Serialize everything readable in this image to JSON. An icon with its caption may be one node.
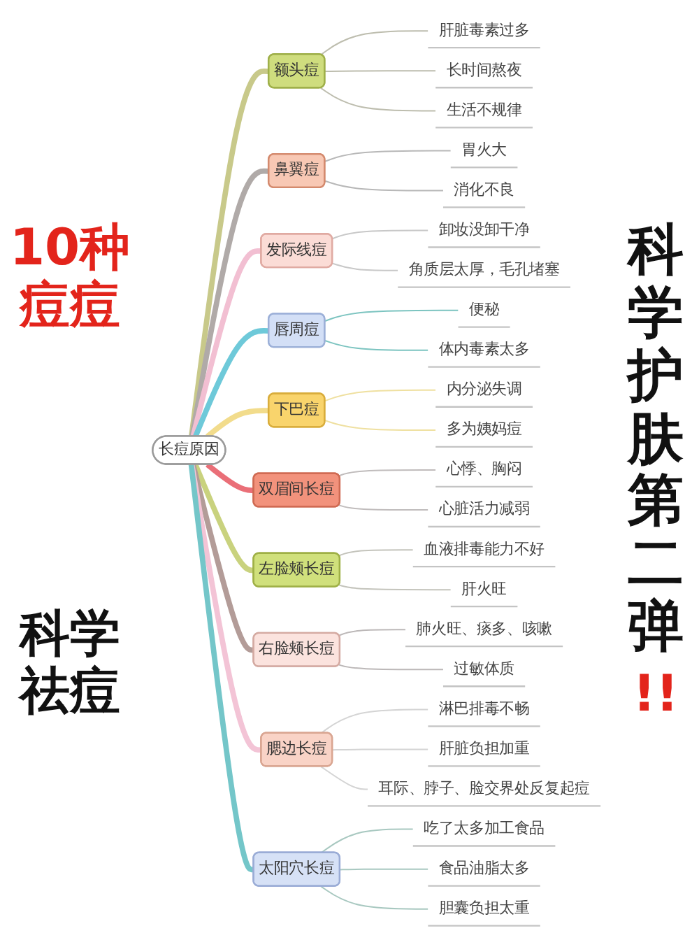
{
  "diagram": {
    "nodes": [
      {
        "text": [
          "长痘原因"
        ]
      },
      {
        "text": [
          "额头痘"
        ]
      },
      {
        "text": [
          "肝脏毒素过多"
        ]
      },
      {
        "text": [
          "长时间熬夜"
        ]
      },
      {
        "text": [
          "生活不规律"
        ]
      },
      {
        "text": [
          "鼻翼痘"
        ]
      },
      {
        "text": [
          "胃火大"
        ]
      },
      {
        "text": [
          "消化不良"
        ]
      },
      {
        "text": [
          "发际线痘"
        ]
      },
      {
        "text": [
          "卸妆没卸干净"
        ]
      },
      {
        "text": [
          "角质层太厚，毛孔堵塞"
        ]
      },
      {
        "text": [
          "唇周痘"
        ]
      },
      {
        "text": [
          "便秘"
        ]
      },
      {
        "text": [
          "体内毒素太多"
        ]
      },
      {
        "text": [
          "下巴痘"
        ]
      },
      {
        "text": [
          "内分泌失调"
        ]
      },
      {
        "text": [
          "多为姨妈痘"
        ]
      },
      {
        "text": [
          "双眉间长痘"
        ]
      },
      {
        "text": [
          "心悸、胸闷"
        ]
      },
      {
        "text": [
          "心脏活力减弱"
        ]
      },
      {
        "text": [
          "左脸颊长痘"
        ]
      },
      {
        "text": [
          "血液排毒能力不好"
        ]
      },
      {
        "text": [
          "肝火旺"
        ]
      },
      {
        "text": [
          "右脸颊长痘"
        ]
      },
      {
        "text": [
          "肺火旺、痰多、咳嗽"
        ]
      },
      {
        "text": [
          "过敏体质"
        ]
      },
      {
        "text": [
          "腮边长痘"
        ]
      },
      {
        "text": [
          "淋巴排毒不畅"
        ]
      },
      {
        "text": [
          "肝脏负担加重"
        ]
      },
      {
        "text": [
          "耳际、脖子、脸交界处反复起痘"
        ]
      },
      {
        "text": [
          "太阳穴长痘"
        ]
      },
      {
        "text": [
          "吃了太多加工食品"
        ]
      },
      {
        "text": [
          "食品油脂太多"
        ]
      },
      {
        "text": [
          "胆囊负担太重"
        ]
      }
    ],
    "edges": [
      {
        "from": 0,
        "to": 1,
        "arrow": "none",
        "style": "thick",
        "color": "#c8c98a"
      },
      {
        "from": 1,
        "to": 2,
        "arrow": "none",
        "color": "#bdbdae"
      },
      {
        "from": 1,
        "to": 3,
        "arrow": "none",
        "color": "#bdbdae"
      },
      {
        "from": 1,
        "to": 4,
        "arrow": "none",
        "color": "#bdbdae"
      },
      {
        "from": 0,
        "to": 5,
        "arrow": "none",
        "style": "thick",
        "color": "#b0aaa8"
      },
      {
        "from": 5,
        "to": 6,
        "arrow": "none",
        "color": "#b8b8b8"
      },
      {
        "from": 5,
        "to": 7,
        "arrow": "none",
        "color": "#b8b8b8"
      },
      {
        "from": 0,
        "to": 8,
        "arrow": "none",
        "style": "thick",
        "color": "#f2bfd2"
      },
      {
        "from": 8,
        "to": 9,
        "arrow": "none",
        "color": "#c8c8c8"
      },
      {
        "from": 8,
        "to": 10,
        "arrow": "none",
        "color": "#c8c8c8"
      },
      {
        "from": 0,
        "to": 11,
        "arrow": "none",
        "style": "thick",
        "color": "#6ec9d9"
      },
      {
        "from": 11,
        "to": 12,
        "arrow": "none",
        "color": "#7cc4c0"
      },
      {
        "from": 11,
        "to": 13,
        "arrow": "none",
        "color": "#7cc4c0"
      },
      {
        "from": 0,
        "to": 14,
        "arrow": "none",
        "style": "thick",
        "color": "#f2dc8c"
      },
      {
        "from": 14,
        "to": 15,
        "arrow": "none",
        "color": "#efe0a0"
      },
      {
        "from": 14,
        "to": 16,
        "arrow": "none",
        "color": "#efe0a0"
      },
      {
        "from": 0,
        "to": 17,
        "arrow": "none",
        "style": "thick",
        "color": "#ea6f78"
      },
      {
        "from": 17,
        "to": 18,
        "arrow": "none",
        "color": "#c0bcbc"
      },
      {
        "from": 17,
        "to": 19,
        "arrow": "none",
        "color": "#c0bcbc"
      },
      {
        "from": 0,
        "to": 20,
        "arrow": "none",
        "style": "thick",
        "color": "#c9d27e"
      },
      {
        "from": 20,
        "to": 21,
        "arrow": "none",
        "color": "#c4c4bc"
      },
      {
        "from": 20,
        "to": 22,
        "arrow": "none",
        "color": "#c4c4bc"
      },
      {
        "from": 0,
        "to": 23,
        "arrow": "none",
        "style": "thick",
        "color": "#b39c98"
      },
      {
        "from": 23,
        "to": 24,
        "arrow": "none",
        "color": "#bcb8b8"
      },
      {
        "from": 23,
        "to": 25,
        "arrow": "none",
        "color": "#bcb8b8"
      },
      {
        "from": 0,
        "to": 26,
        "arrow": "none",
        "style": "thick",
        "color": "#f3c4d6"
      },
      {
        "from": 26,
        "to": 27,
        "arrow": "none",
        "color": "#d4d4d4"
      },
      {
        "from": 26,
        "to": 28,
        "arrow": "none",
        "color": "#d4d4d4"
      },
      {
        "from": 26,
        "to": 29,
        "arrow": "none",
        "color": "#d4d4d4"
      },
      {
        "from": 0,
        "to": 30,
        "arrow": "none",
        "style": "thick",
        "color": "#74c6c9"
      },
      {
        "from": 30,
        "to": 31,
        "arrow": "none",
        "color": "#a8c8c0"
      },
      {
        "from": 30,
        "to": 32,
        "arrow": "none",
        "color": "#a8c8c0"
      },
      {
        "from": 30,
        "to": 33,
        "arrow": "none",
        "color": "#a8c8c0"
      }
    ],
    "labels": [
      "10种痘痘",
      "科学祛痘",
      "科学护肤第二弹",
      "!!"
    ]
  }
}
